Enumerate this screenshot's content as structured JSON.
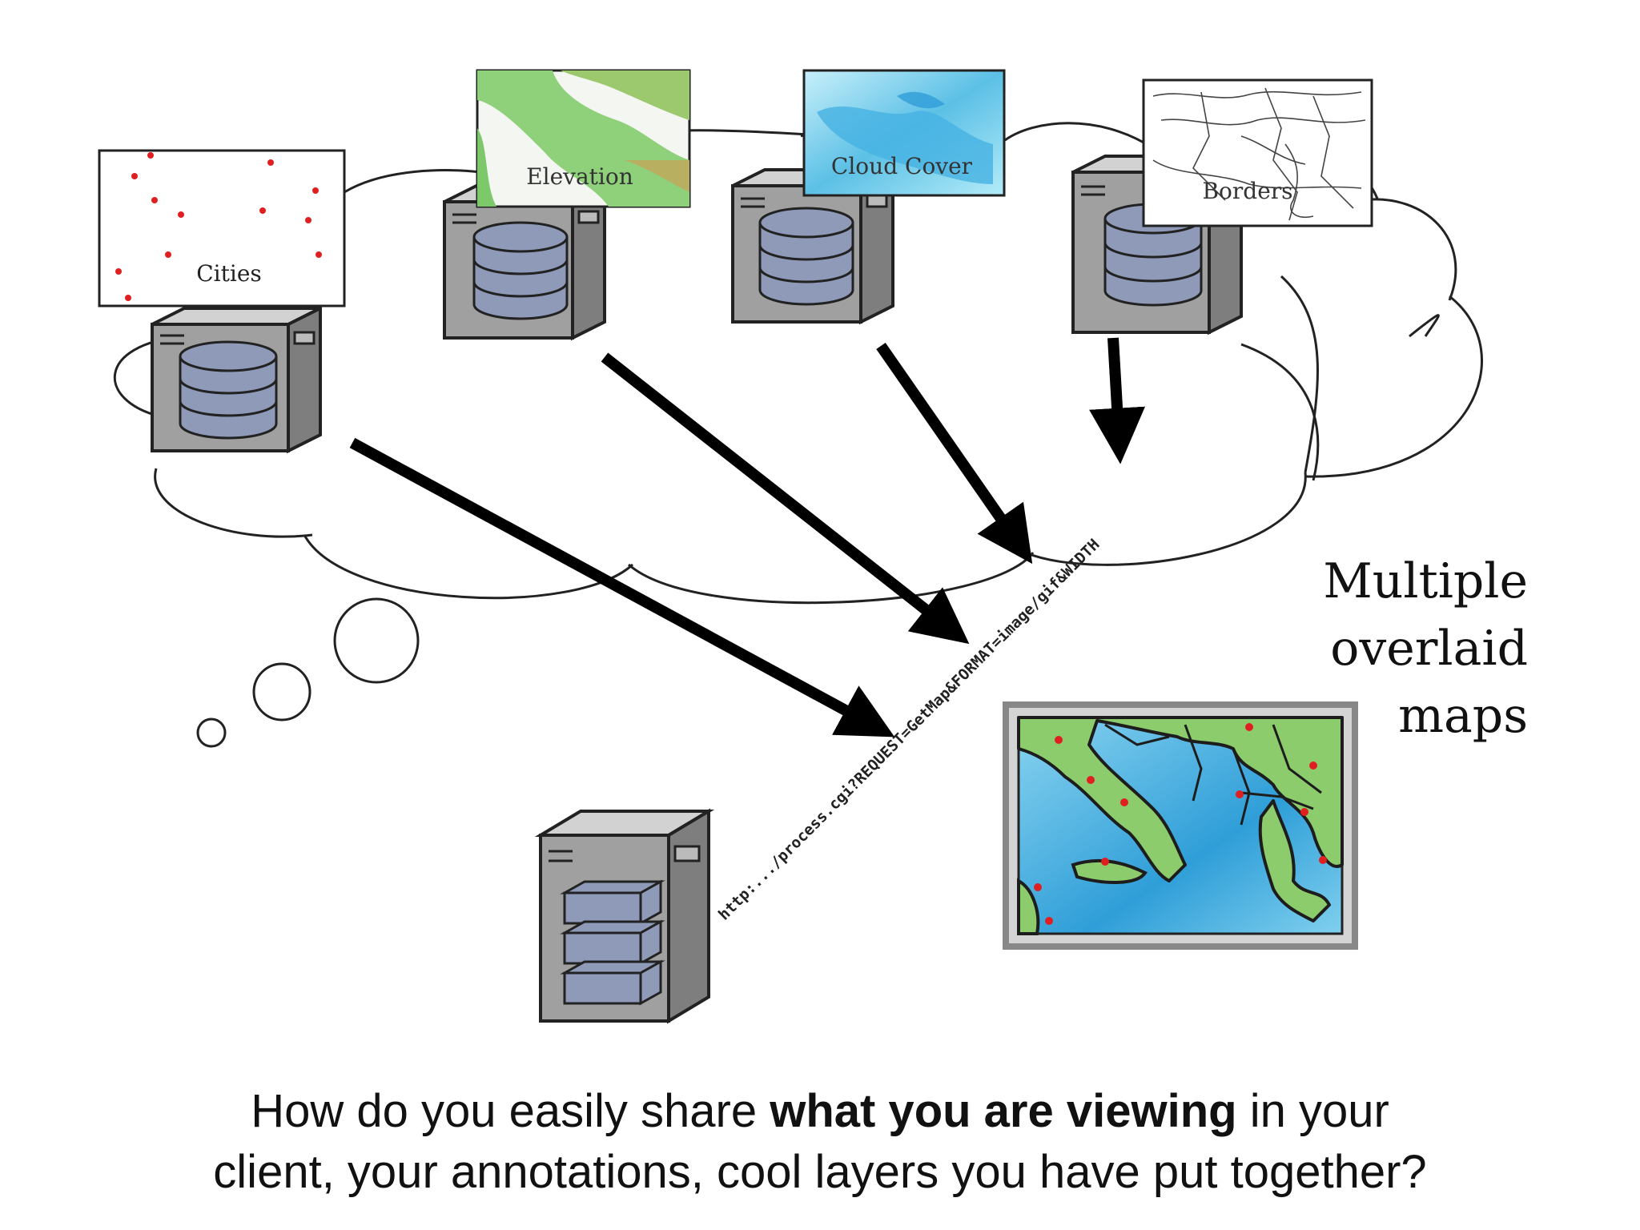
{
  "layers": [
    {
      "label": "Cities"
    },
    {
      "label": "Elevation"
    },
    {
      "label": "Cloud Cover"
    },
    {
      "label": "Borders"
    }
  ],
  "request_url": "http:.../process.cgi?REQUEST=GetMap&FORMAT=image/gif&WIDTH",
  "overlay_label": [
    "Multiple",
    "overlaid",
    "maps"
  ],
  "caption": {
    "line1_pre": "How do you easily share ",
    "line1_bold": "what you are viewing",
    "line1_post": " in your",
    "line2": "client, your annotations, cool layers you have put together?"
  },
  "colors": {
    "server_body": "#9a9a9a",
    "server_disk": "#8e9ab8",
    "city_dot": "#e02020",
    "land": "#7cc86a",
    "sea": "#3aa4dc",
    "arrow": "#000000"
  }
}
